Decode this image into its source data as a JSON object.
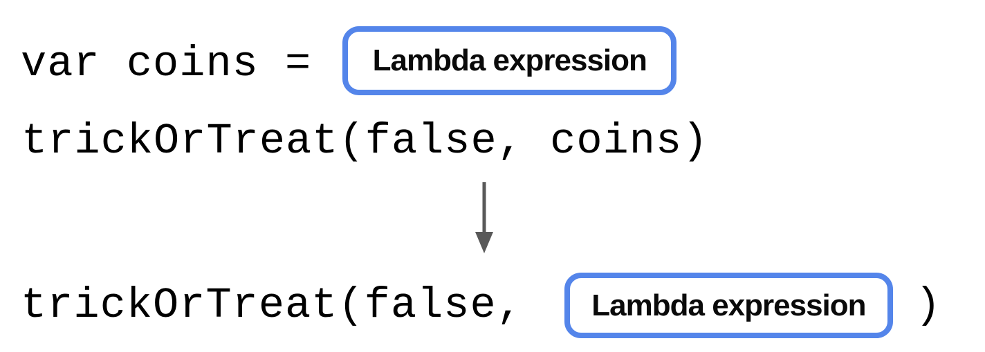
{
  "diagram": {
    "line1": {
      "code": "var coins =",
      "placeholder_label": "Lambda expression"
    },
    "line2": {
      "code": "trickOrTreat(false, coins)"
    },
    "line3": {
      "code_before": "trickOrTreat(false,",
      "placeholder_label": "Lambda expression",
      "code_after": ")"
    },
    "colors": {
      "placeholder_border": "#5485ea",
      "placeholder_background": "#ffffff",
      "arrow": "#595959",
      "code_text": "#000000",
      "label_text": "#0a0a0a",
      "background": "#ffffff"
    }
  }
}
